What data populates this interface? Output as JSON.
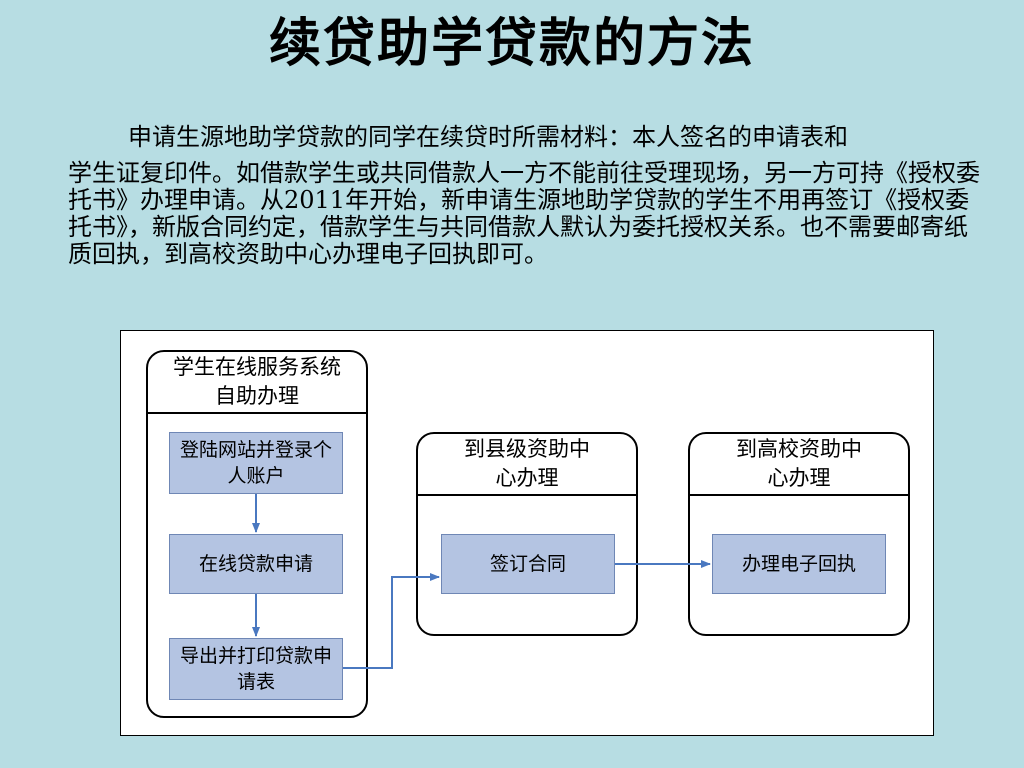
{
  "title": "续贷助学贷款的方法",
  "paragraph": {
    "line1": "申请生源地助学贷款的同学在续贷时所需材料：本人签名的申请表和",
    "rest": "学生证复印件。如借款学生或共同借款人一方不能前往受理现场，另一方可持《授权委托书》办理申请。从2011年开始，新申请生源地助学贷款的学生不用再签订《授权委托书》，新版合同约定，借款学生与共同借款人默认为委托授权关系。也不需要邮寄纸质回执，到高校资助中心办理电子回执即可。"
  },
  "diagram": {
    "lanes": [
      {
        "title": "学生在线服务系统自助办理",
        "steps": [
          "登陆网站并登录个人账户",
          "在线贷款申请",
          "导出并打印贷款申请表"
        ]
      },
      {
        "title": "到县级资助中心办理",
        "steps": [
          "签订合同"
        ]
      },
      {
        "title": "到高校资助中心办理",
        "steps": [
          "办理电子回执"
        ]
      }
    ],
    "colors": {
      "step_fill": "#b4c4e2",
      "arrow": "#4a78c0",
      "background": "#b7dde3"
    }
  }
}
